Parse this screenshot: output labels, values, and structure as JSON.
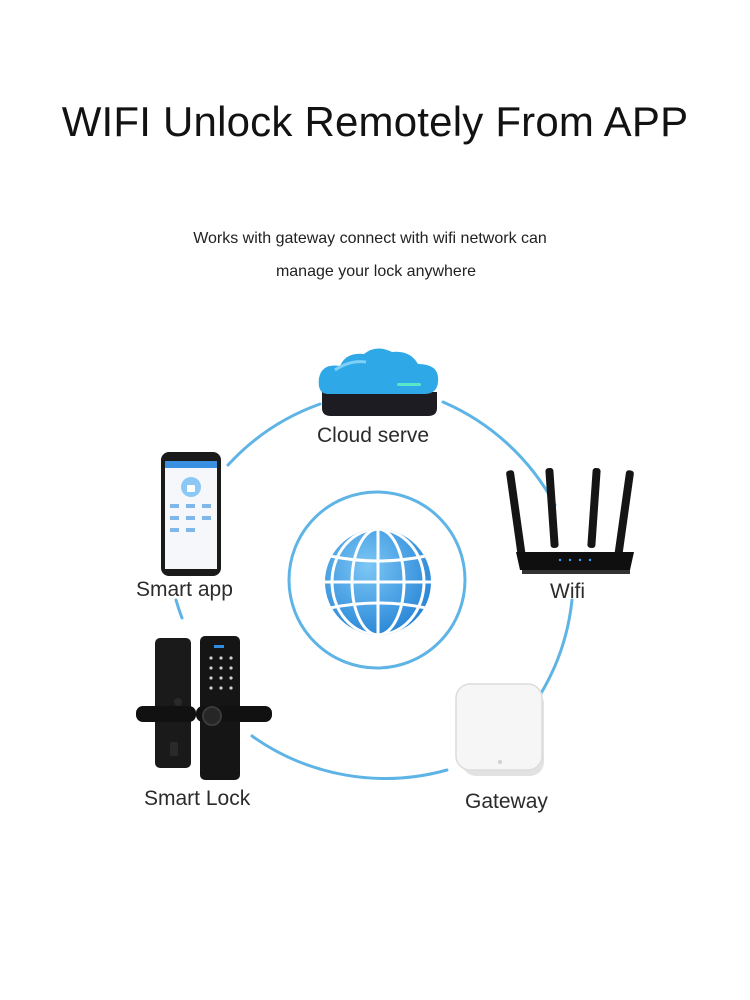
{
  "title": "WIFI Unlock Remotely From APP",
  "subtitle_lines": [
    "Works with gateway connect with wifi network can",
    "manage your lock anywhere"
  ],
  "nodes": {
    "cloud": {
      "label": "Cloud serve",
      "icon": "cloud-icon"
    },
    "wifi": {
      "label": "Wifi",
      "icon": "router-icon"
    },
    "gateway": {
      "label": "Gateway",
      "icon": "gateway-icon"
    },
    "lock": {
      "label": "Smart Lock",
      "icon": "smart-lock-icon"
    },
    "app": {
      "label": "Smart app",
      "icon": "smartphone-icon"
    },
    "center": {
      "icon": "globe-icon"
    }
  },
  "colors": {
    "ring": "#5fb4e6",
    "cloud_top": "#2fa8e8",
    "cloud_dark": "#1c1c22",
    "globe": "#2f8ee0",
    "device_black": "#151515",
    "gateway_white": "#f4f4f4"
  }
}
